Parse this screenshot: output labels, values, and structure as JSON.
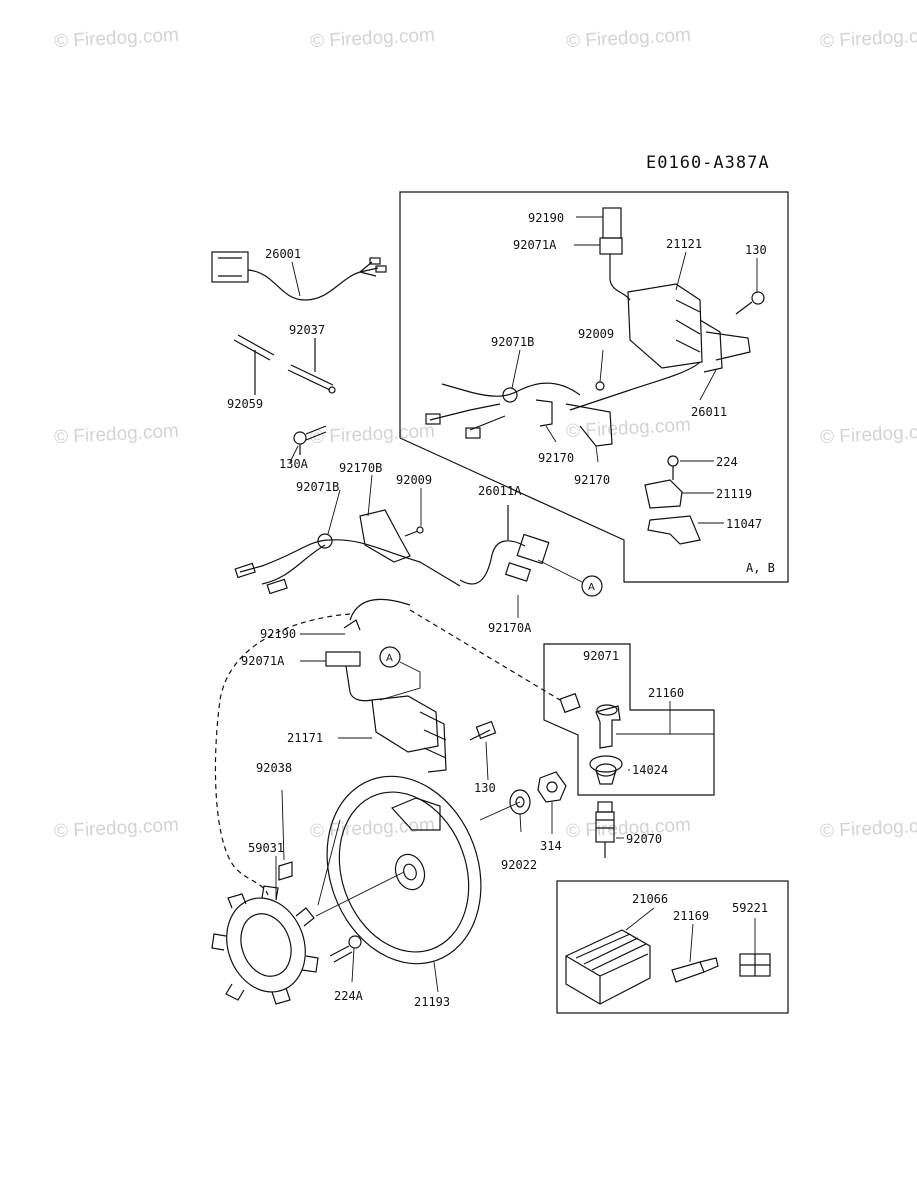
{
  "watermark": "© Firedog.com",
  "diagram_code": "E0160-A387A",
  "group_label": "A, B",
  "marker": "A",
  "parts": [
    "26001",
    "92037",
    "92059",
    "130A",
    "92170B",
    "92071B",
    "92009",
    "26011A",
    "92170A",
    "92190",
    "92071A",
    "92038",
    "59031",
    "21171",
    "130",
    "224A",
    "21193",
    "92022",
    "314",
    "92071",
    "21160",
    "14024",
    "92070",
    "21066",
    "21169",
    "59221",
    "92190",
    "92071A",
    "21121",
    "130",
    "92071B",
    "92009",
    "26011",
    "92170",
    "92170",
    "224",
    "21119",
    "11047"
  ]
}
